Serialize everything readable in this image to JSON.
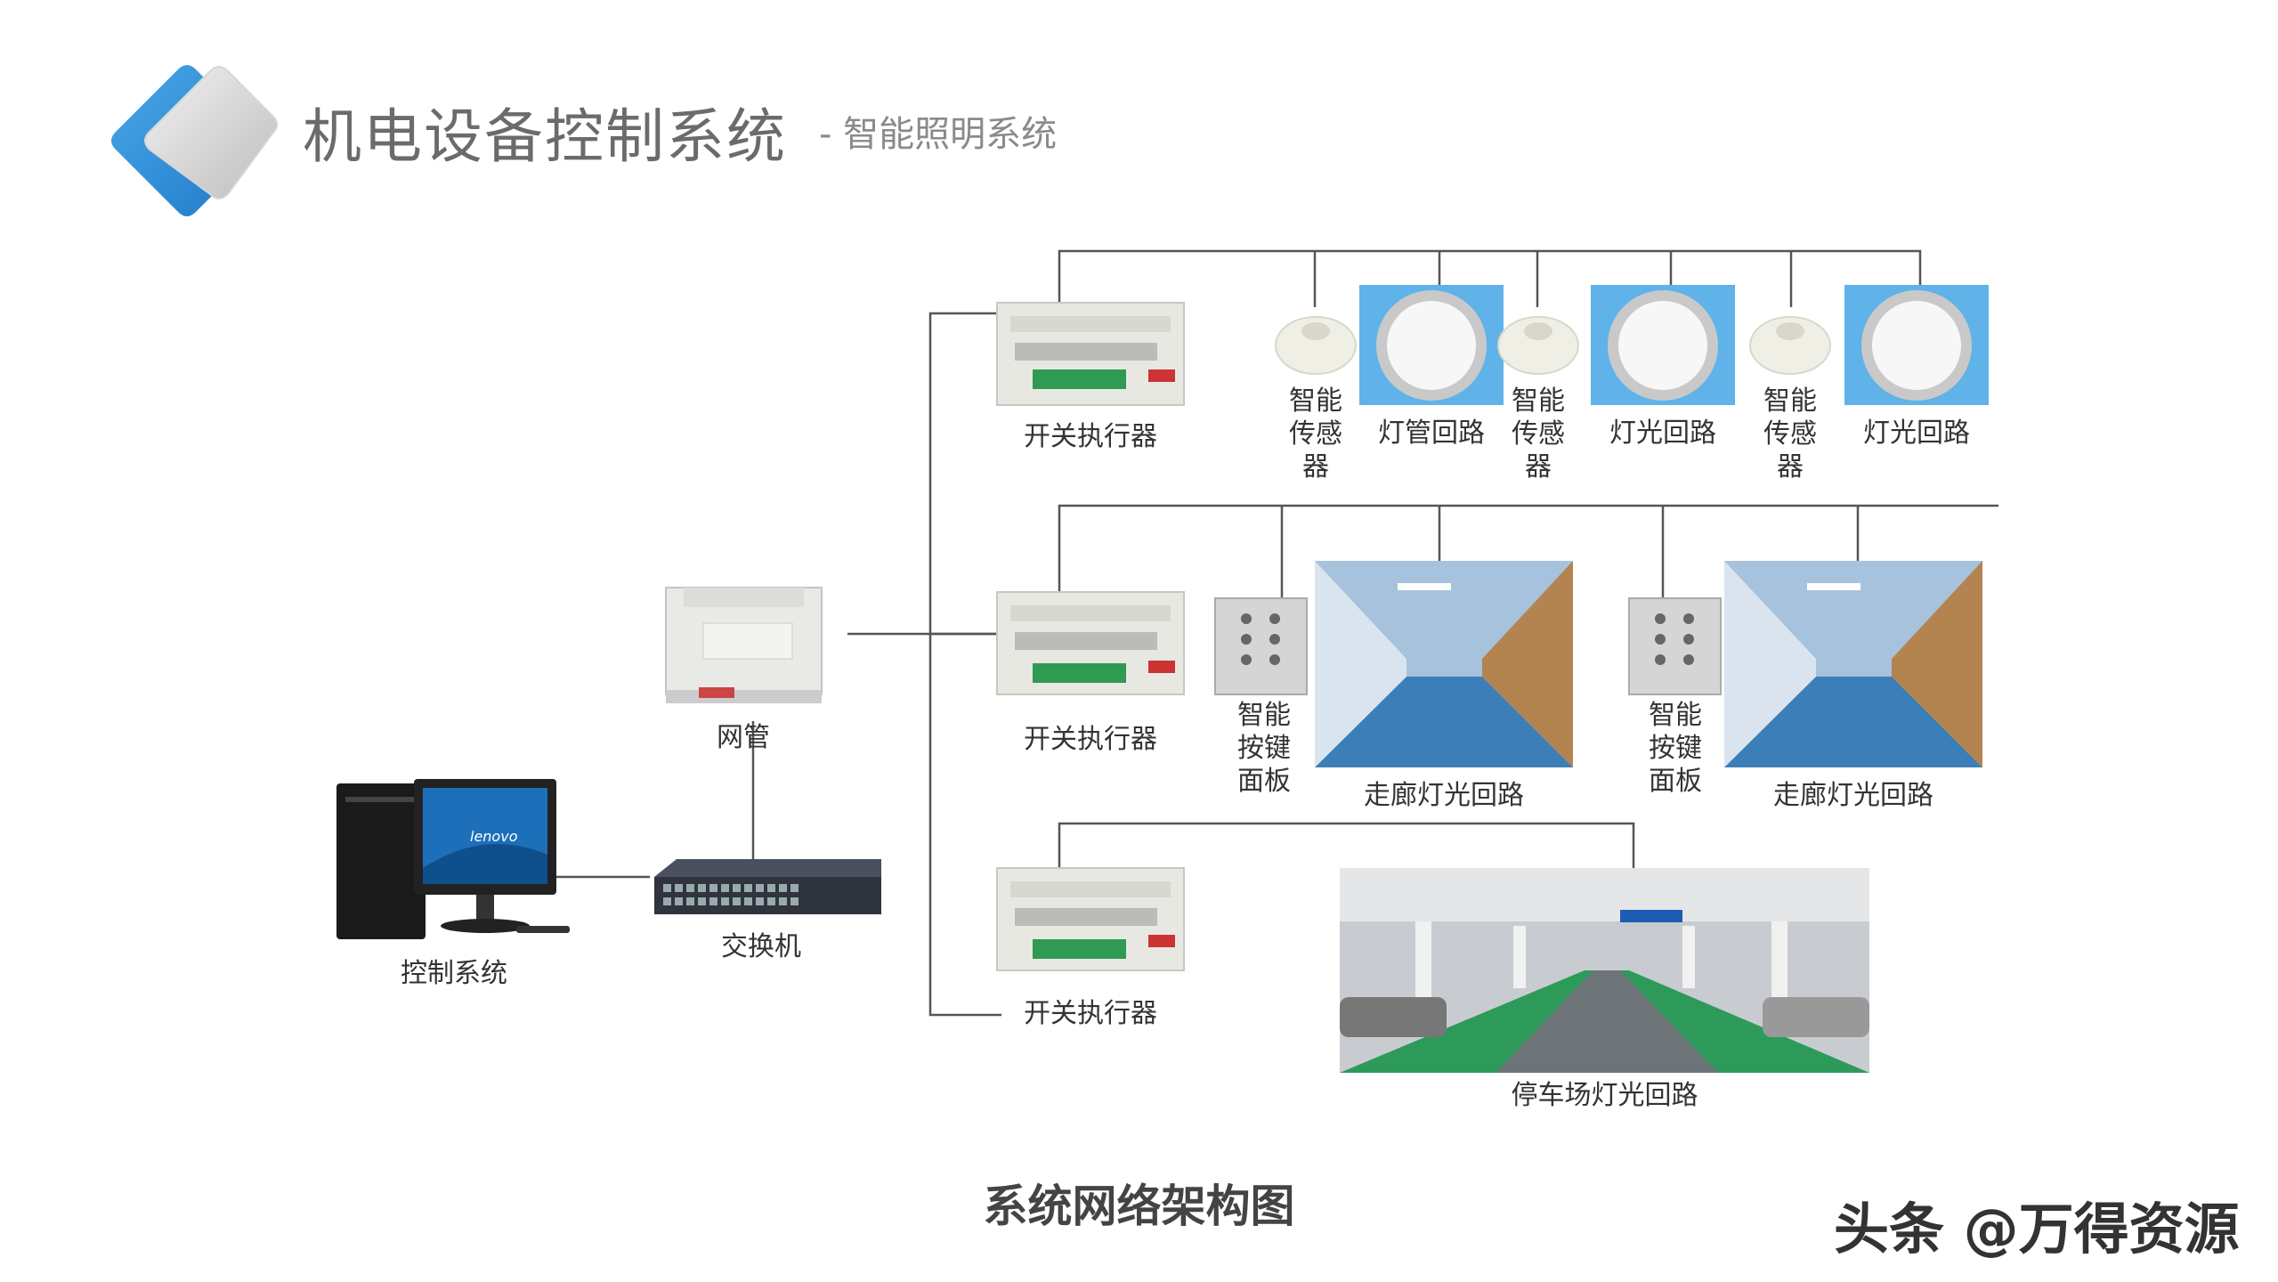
{
  "header": {
    "title": "机电设备控制系统",
    "subtitle": "- 智能照明系统"
  },
  "nodes": {
    "control_system": "控制系统",
    "switch": "交换机",
    "gateway": "网管",
    "actuator_1": "开关执行器",
    "actuator_2": "开关执行器",
    "actuator_3": "开关执行器",
    "sensor_1": "智能传感器",
    "lamp_1": "灯管回路",
    "sensor_2": "智能传感器",
    "lamp_2": "灯光回路",
    "sensor_3": "智能传感器",
    "lamp_3": "灯光回路",
    "panel_1": "智能按键面板",
    "corridor_1": "走廊灯光回路",
    "panel_2": "智能按键面板",
    "corridor_2": "走廊灯光回路",
    "parking": "停车场灯光回路",
    "monitor_brand": "lenovo"
  },
  "caption": "系统网络架构图",
  "watermark": "头条 @万得资源",
  "colors": {
    "accent_blue": "#2e8fd6",
    "line": "#555555",
    "title_gray": "#6b6b6b"
  }
}
